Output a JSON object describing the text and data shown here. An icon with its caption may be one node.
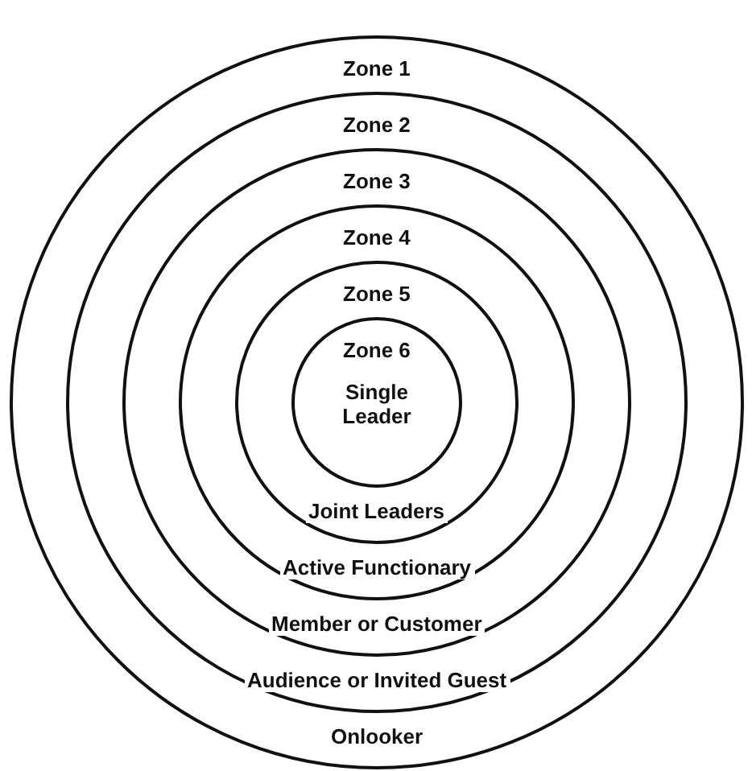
{
  "diagram": {
    "nodes": [
      {
        "text": [
          "Zone 1",
          "Onlooker"
        ]
      },
      {
        "text": [
          "Zone 2",
          "Audience or Invited Guest"
        ],
        "in": 0
      },
      {
        "text": [
          "Zone 3",
          "Member or Customer"
        ],
        "in": 1
      },
      {
        "text": [
          "Zone 4",
          "Active Functionary"
        ],
        "in": 2
      },
      {
        "text": [
          "Zone 5",
          "Joint Leaders"
        ],
        "in": 3
      },
      {
        "text": [
          "Zone 6",
          "Single Leader"
        ],
        "in": 4
      }
    ]
  }
}
